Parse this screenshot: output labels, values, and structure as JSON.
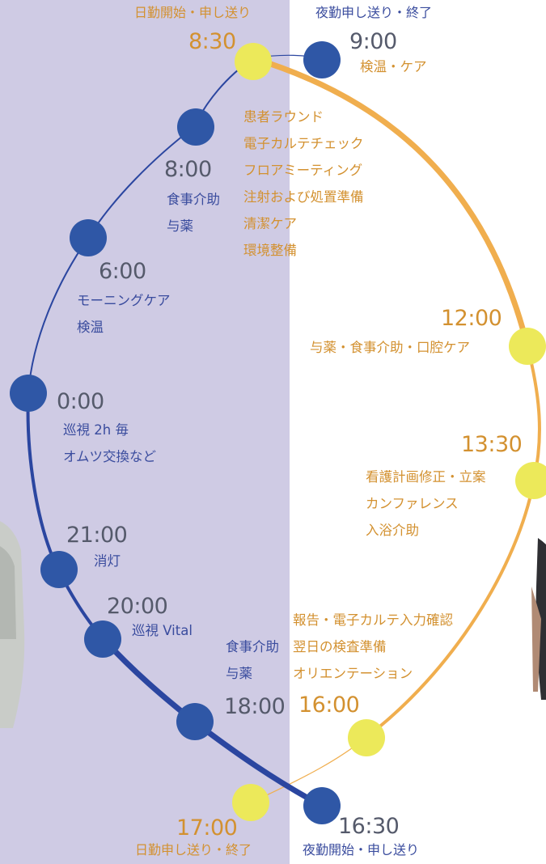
{
  "colors": {
    "night_panel": "#cfcbe4",
    "night_accent": "#2f57a6",
    "night_line": "#2b46a0",
    "day_accent": "#ece95a",
    "day_line": "#f0ae4e",
    "night_text": "#3a4c9e",
    "day_text": "#d39130",
    "time_text": "#555a6b"
  },
  "header": {
    "day_start": "日勤開始・申し送り",
    "night_end": "夜勤申し送り・終了"
  },
  "times": {
    "t0830": "8:30",
    "t0900": "9:00",
    "t0800": "8:00",
    "t0600": "6:00",
    "t0000": "0:00",
    "t2100": "21:00",
    "t2000": "20:00",
    "t1800": "18:00",
    "t1700": "17:00",
    "t1630": "16:30",
    "t1600": "16:00",
    "t1330": "13:30",
    "t1200": "12:00"
  },
  "tasks": {
    "t0900": "検温・ケア",
    "morning_round": [
      "患者ラウンド",
      "電子カルテチェック",
      "フロアミーティング",
      "注射および処置準備",
      "清潔ケア",
      "環境整備"
    ],
    "t0800": [
      "食事介助",
      "与薬"
    ],
    "t0600": [
      "モーニングケア",
      "検温"
    ],
    "t0000": [
      "巡視 2h 毎",
      "オムツ交換など"
    ],
    "t2100": "消灯",
    "t2000": "巡視 Vital",
    "t1800": [
      "食事介助",
      "与薬"
    ],
    "t1600": [
      "報告・電子カルテ入力確認",
      "翌日の検査準備",
      "オリエンテーション"
    ],
    "t1330": [
      "看護計画修正・立案",
      "カンファレンス",
      "入浴介助"
    ],
    "t1200": "与薬・食事介助・口腔ケア"
  },
  "footer": {
    "day_end": "日勤申し送り・終了",
    "night_start": "夜勤開始・申し送り"
  }
}
